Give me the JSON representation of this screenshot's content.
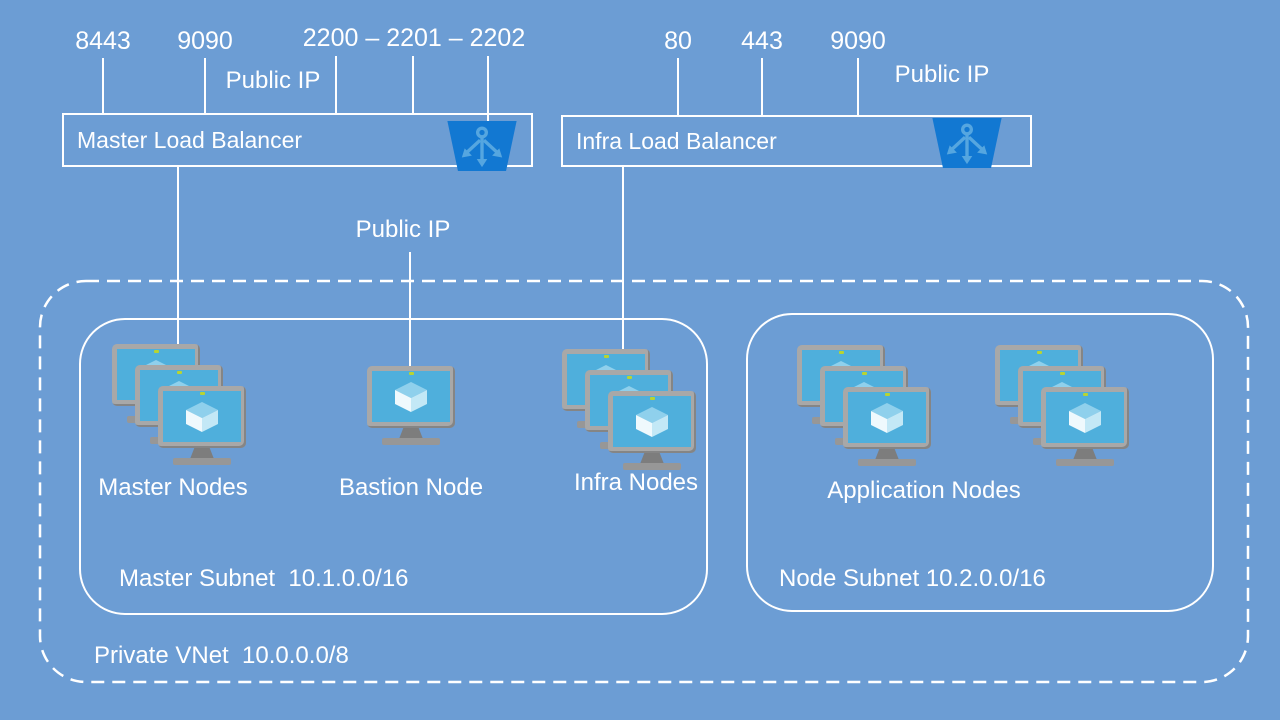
{
  "colors": {
    "background": "#6C9DD4",
    "stroke": "#FFFFFF",
    "lb_icon_blue": "#1278D2",
    "lb_glyph_blue": "#55A6E0",
    "vm_screen_blue": "#4FAFDC",
    "vm_frame_gray": "#A8A8A8",
    "vm_cam_green": "#B8D432"
  },
  "ports": {
    "master": [
      {
        "label": "8443"
      },
      {
        "label": "9090"
      },
      {
        "label": "2200 – 2201 – 2202"
      }
    ],
    "master_public_ip": "Public IP",
    "infra": [
      {
        "label": "80"
      },
      {
        "label": "443"
      },
      {
        "label": "9090"
      }
    ],
    "infra_public_ip": "Public IP"
  },
  "load_balancers": {
    "master": {
      "label": "Master Load Balancer",
      "icon": "load-balancer-icon"
    },
    "infra": {
      "label": "Infra Load Balancer",
      "icon": "load-balancer-icon"
    }
  },
  "bastion_public_ip": "Public IP",
  "vnet": {
    "label": "Private VNet  10.0.0.0/8"
  },
  "subnets": {
    "master": {
      "label": "Master Subnet  10.1.0.0/16",
      "groups": [
        {
          "label": "Master Nodes",
          "vm_count": 3
        },
        {
          "label": "Bastion Node",
          "vm_count": 1
        },
        {
          "label": "Infra Nodes",
          "vm_count": 3
        }
      ]
    },
    "node": {
      "label": "Node Subnet 10.2.0.0/16",
      "groups": [
        {
          "label": "Application Nodes",
          "vm_count": 6
        }
      ]
    }
  }
}
